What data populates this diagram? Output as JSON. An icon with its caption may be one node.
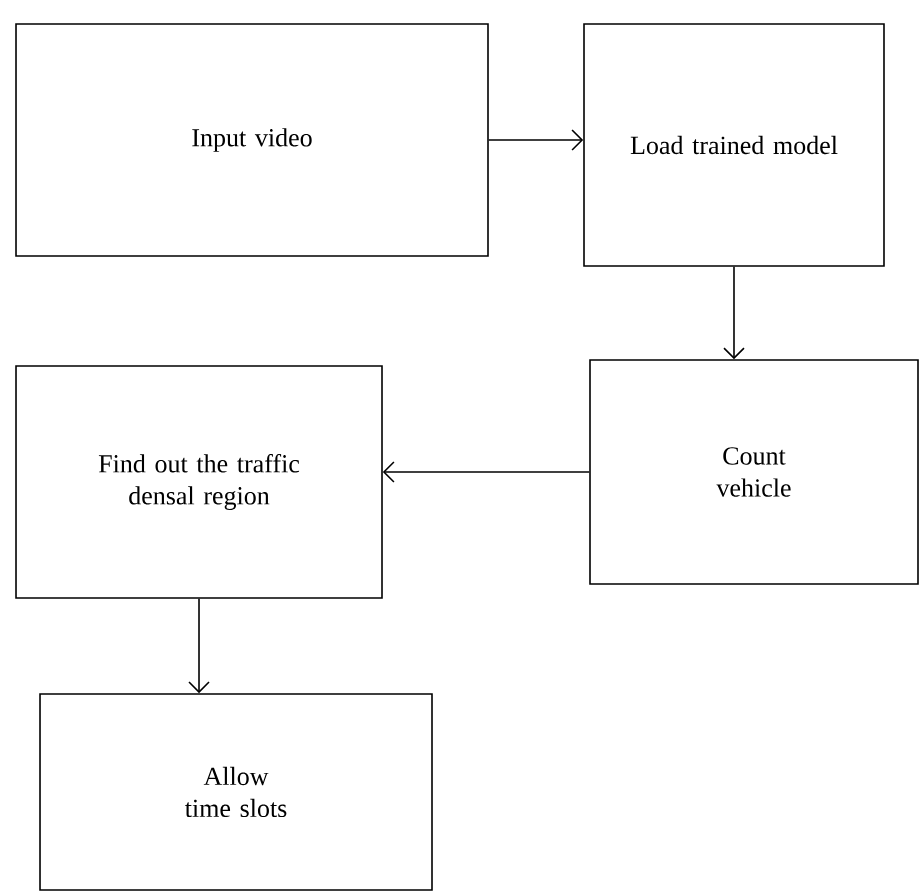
{
  "diagram": {
    "nodes": [
      {
        "text": [
          "Input video"
        ]
      },
      {
        "text": [
          "Load trained model"
        ]
      },
      {
        "text": [
          "Count vehicle"
        ]
      },
      {
        "text": [
          "Find out the traffic densal region"
        ]
      },
      {
        "text": [
          "Allow time slots"
        ]
      }
    ],
    "edges": [
      {
        "from": 0,
        "to": 1,
        "arrow": "to"
      },
      {
        "from": 1,
        "to": 2,
        "arrow": "to"
      },
      {
        "from": 2,
        "to": 3,
        "arrow": "to"
      },
      {
        "from": 3,
        "to": 4,
        "arrow": "to"
      }
    ]
  }
}
